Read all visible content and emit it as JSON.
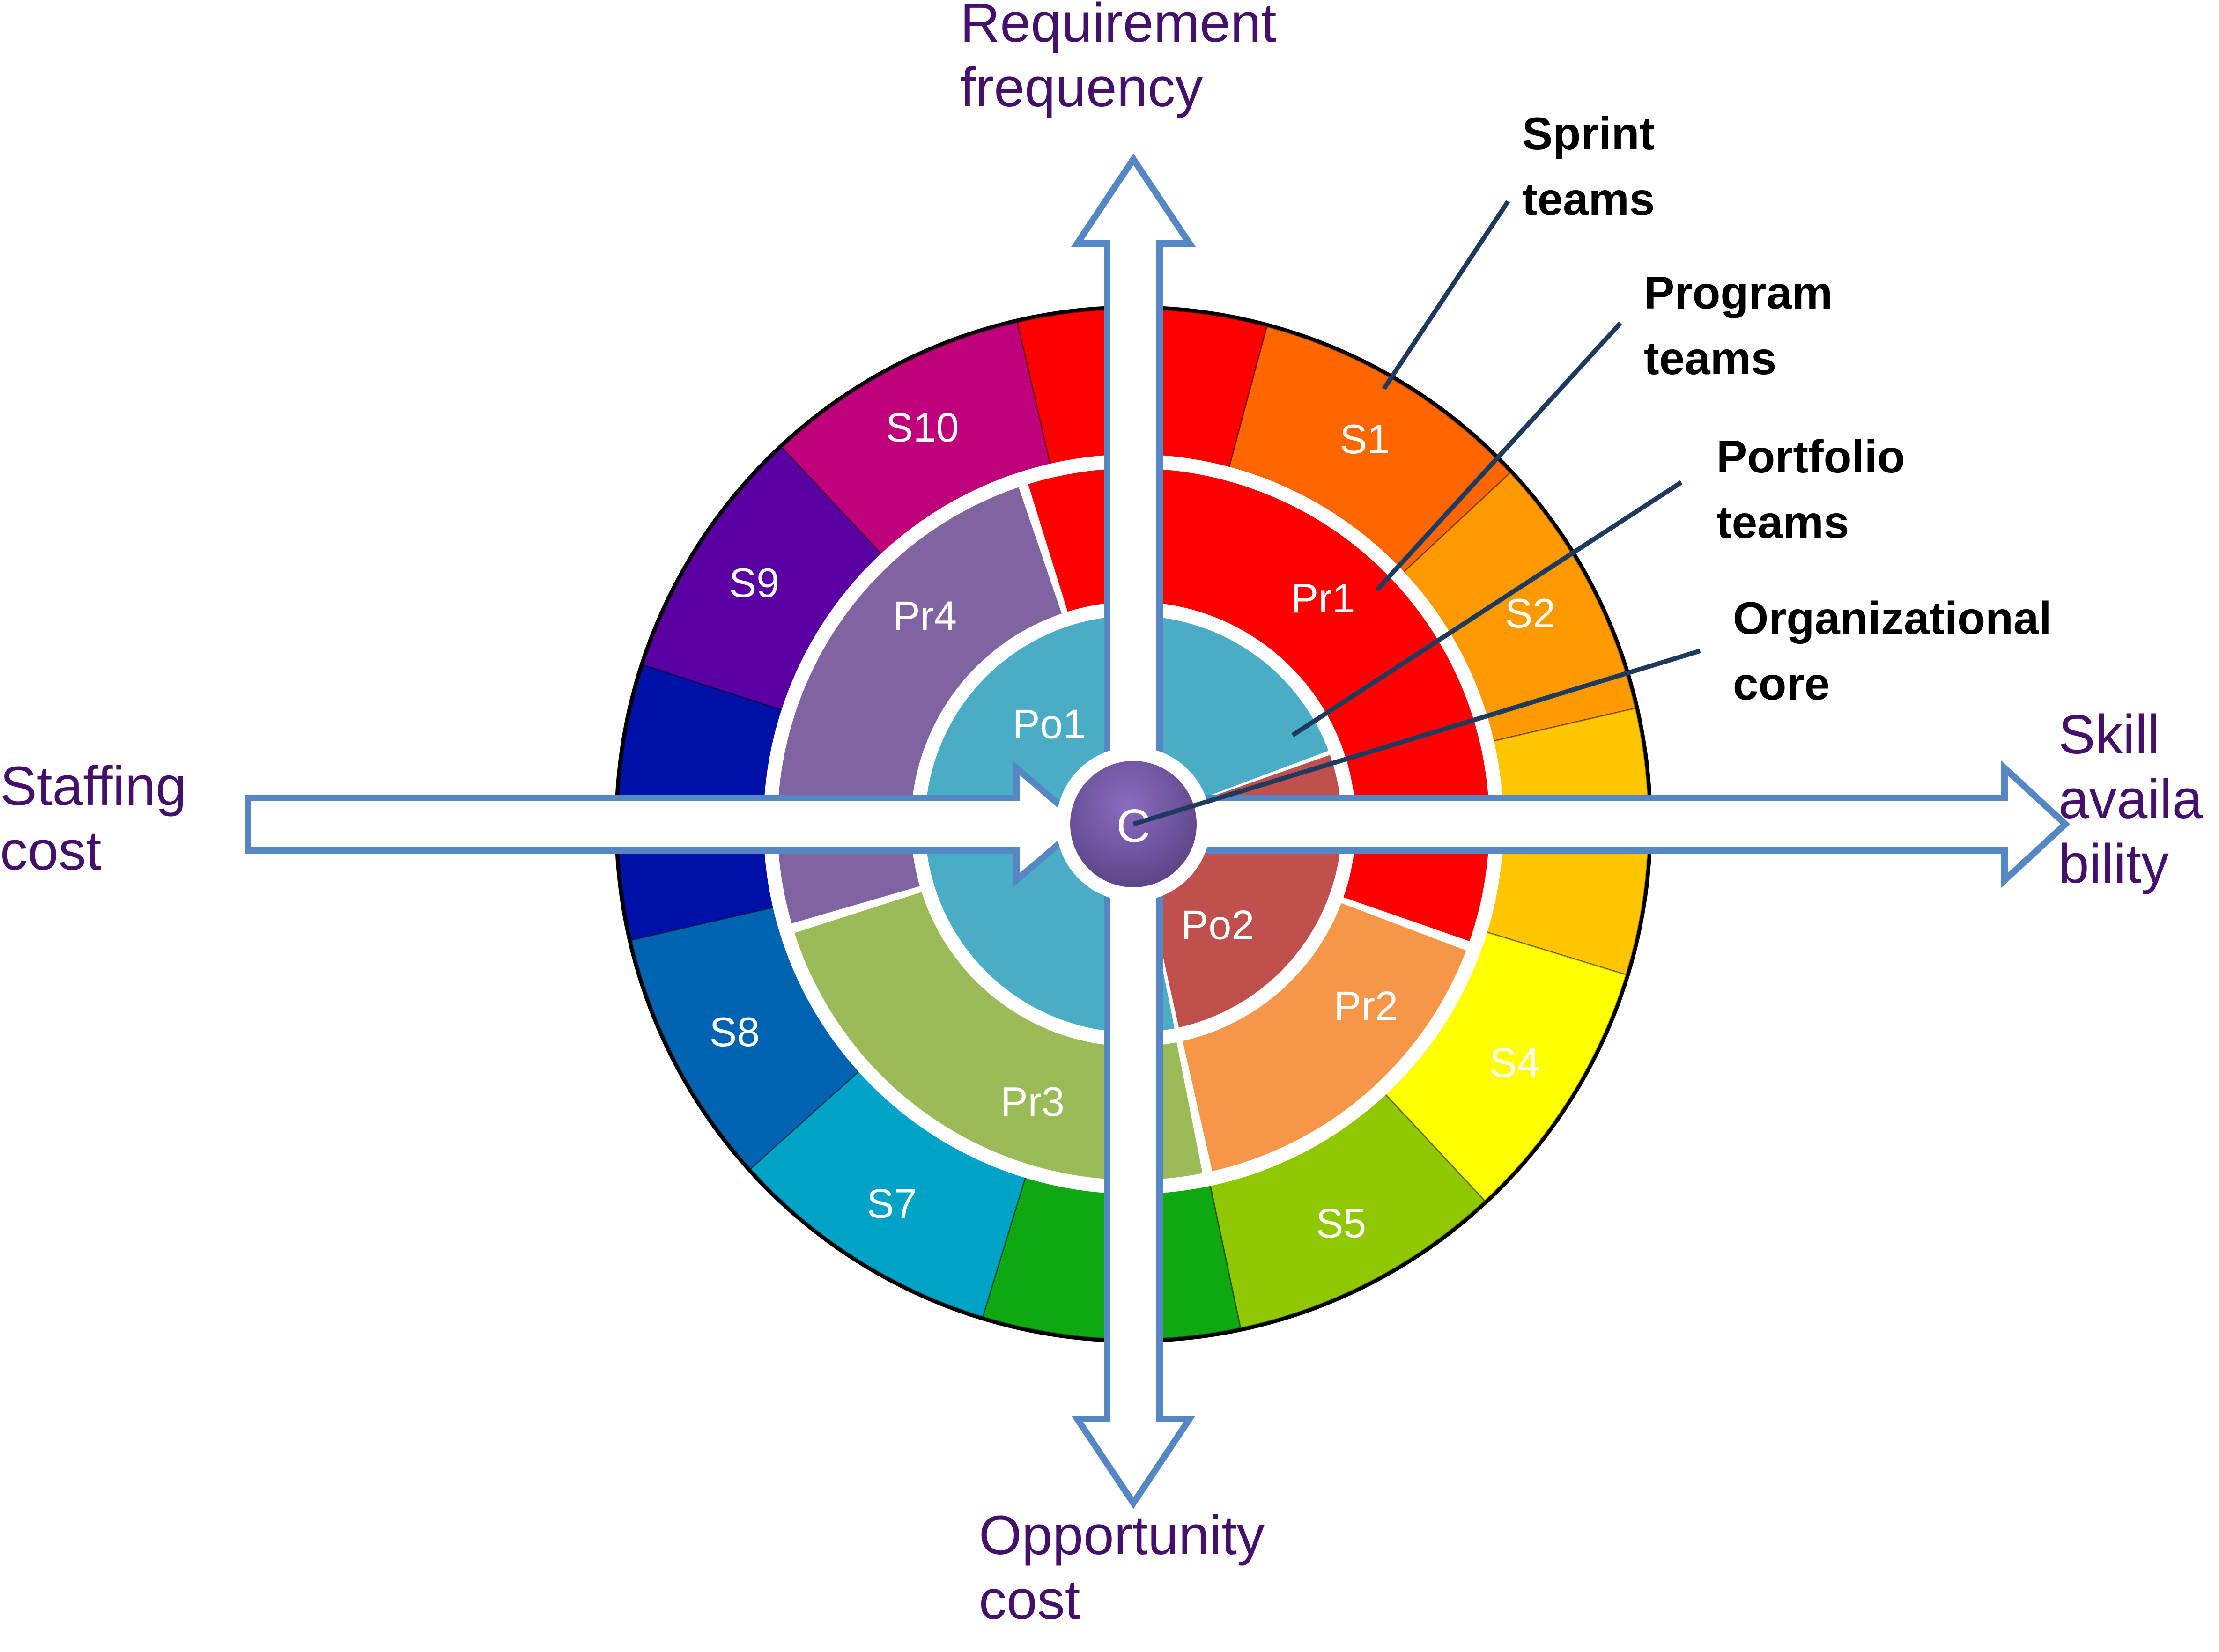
{
  "title": "Organizational team structure wheel",
  "axes": {
    "top": {
      "label": "Requirement\nfrequency",
      "direction": "outward"
    },
    "bottom": {
      "label": "Opportunity\ncost",
      "direction": "outward"
    },
    "left": {
      "label": "Staffing\ncost",
      "direction": "inward"
    },
    "right": {
      "label": "Skill\navaila\nbility",
      "direction": "outward"
    }
  },
  "callouts": [
    {
      "label": "Sprint\nteams",
      "target": "sprint-ring"
    },
    {
      "label": "Program\nteams",
      "target": "program-ring"
    },
    {
      "label": "Portfolio\nteams",
      "target": "portfolio-ring"
    },
    {
      "label": "Organizational\ncore",
      "target": "core"
    }
  ],
  "rings": {
    "sprint": [
      {
        "label": "S1",
        "color": "#ff6600"
      },
      {
        "label": "S2",
        "color": "#ff9900"
      },
      {
        "label": "",
        "color": "#ffc600"
      },
      {
        "label": "S4",
        "color": "#ffff00"
      },
      {
        "label": "S5",
        "color": "#8fc800"
      },
      {
        "label": "",
        "color": "#10a810"
      },
      {
        "label": "S7",
        "color": "#00a3c8"
      },
      {
        "label": "S8",
        "color": "#0063b1"
      },
      {
        "label": "",
        "color": "#0010a8"
      },
      {
        "label": "S9",
        "color": "#5a00a3"
      },
      {
        "label": "S10",
        "color": "#c0007a"
      },
      {
        "label": "",
        "color": "#ff0000"
      }
    ],
    "program": [
      {
        "label": "Pr1",
        "color": "#ff0000"
      },
      {
        "label": "Pr2",
        "color": "#f59648"
      },
      {
        "label": "Pr3",
        "color": "#9bbb59"
      },
      {
        "label": "Pr4",
        "color": "#8064a2"
      }
    ],
    "portfolio": [
      {
        "label": "Po1",
        "color": "#4bacc6"
      },
      {
        "label": "Po2",
        "color": "#c0504d"
      }
    ],
    "core": {
      "label": "C",
      "color": "#7b5ea7"
    }
  },
  "colors": {
    "arrow_outline": "#5587c4",
    "axis_text": "#45106b",
    "callout_line": "#1f3a5f",
    "outer_border": "#000000"
  }
}
